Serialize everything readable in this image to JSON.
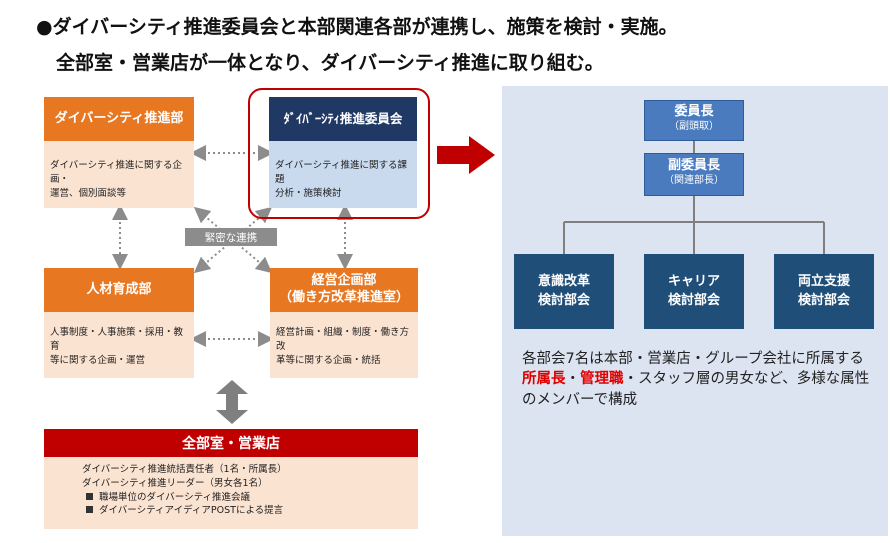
{
  "headline": {
    "line1": "●ダイバーシティ推進委員会と本部関連各部が連携し、施策を検討・実施。",
    "line2": "全部室・営業店が一体となり、ダイバーシティ推進に取り組む。"
  },
  "boxes": {
    "diversity_dept": {
      "title": "ダイバーシティ推進部",
      "body_lines": [
        "ダイバーシティ推進に関する企画・",
        "運営、個別面談等"
      ]
    },
    "committee": {
      "title": "ﾀﾞｲﾊﾞｰｼﾃｨ推進委員会",
      "body_lines": [
        "ダイバーシティ推進に関する課題",
        "分析・施策検討"
      ]
    },
    "hr_dept": {
      "title": "人材育成部",
      "body_lines": [
        "人事制度・人事施策・採用・教育",
        "等に関する企画・運営"
      ]
    },
    "planning_dept": {
      "title_lines": [
        "経営企画部",
        "（働き方改革推進室）"
      ],
      "body_lines": [
        "経営計画・組織・制度・働き方改",
        "革等に関する企画・統括"
      ]
    }
  },
  "link_label": "緊密な連携",
  "all_store": {
    "title": "全部室・営業店",
    "lines": [
      "ダイバーシティ推進統括責任者（1名・所属長）",
      "ダイバーシティ推進リーダー（男女各1名）"
    ],
    "bullets": [
      "職場単位のダイバーシティ推進会議",
      "ダイバーシティアイディアPOSTによる提言"
    ]
  },
  "org": {
    "chair": {
      "title": "委員長",
      "sub": "（副頭取）"
    },
    "vice": {
      "title": "副委員長",
      "sub": "（関連部長）"
    },
    "subcommittees": [
      {
        "lines": [
          "意識改革",
          "検討部会"
        ]
      },
      {
        "lines": [
          "キャリア",
          "検討部会"
        ]
      },
      {
        "lines": [
          "両立支援",
          "検討部会"
        ]
      }
    ]
  },
  "note": {
    "part1": "各部会7名は本部・営業店・グループ会社に所属する",
    "highlight1": "所属長",
    "sep": "・",
    "highlight2": "管理職",
    "part2": "・スタッフ層の男女など、多様な属性のメンバーで構成"
  },
  "colors": {
    "orange": "#e87722",
    "peach": "#fbe3d2",
    "navy": "#1f3864",
    "red": "#c00000",
    "org_blue": "#4a7bbf",
    "sub_navy": "#1f4e79",
    "panel": "#dbe4f0"
  }
}
